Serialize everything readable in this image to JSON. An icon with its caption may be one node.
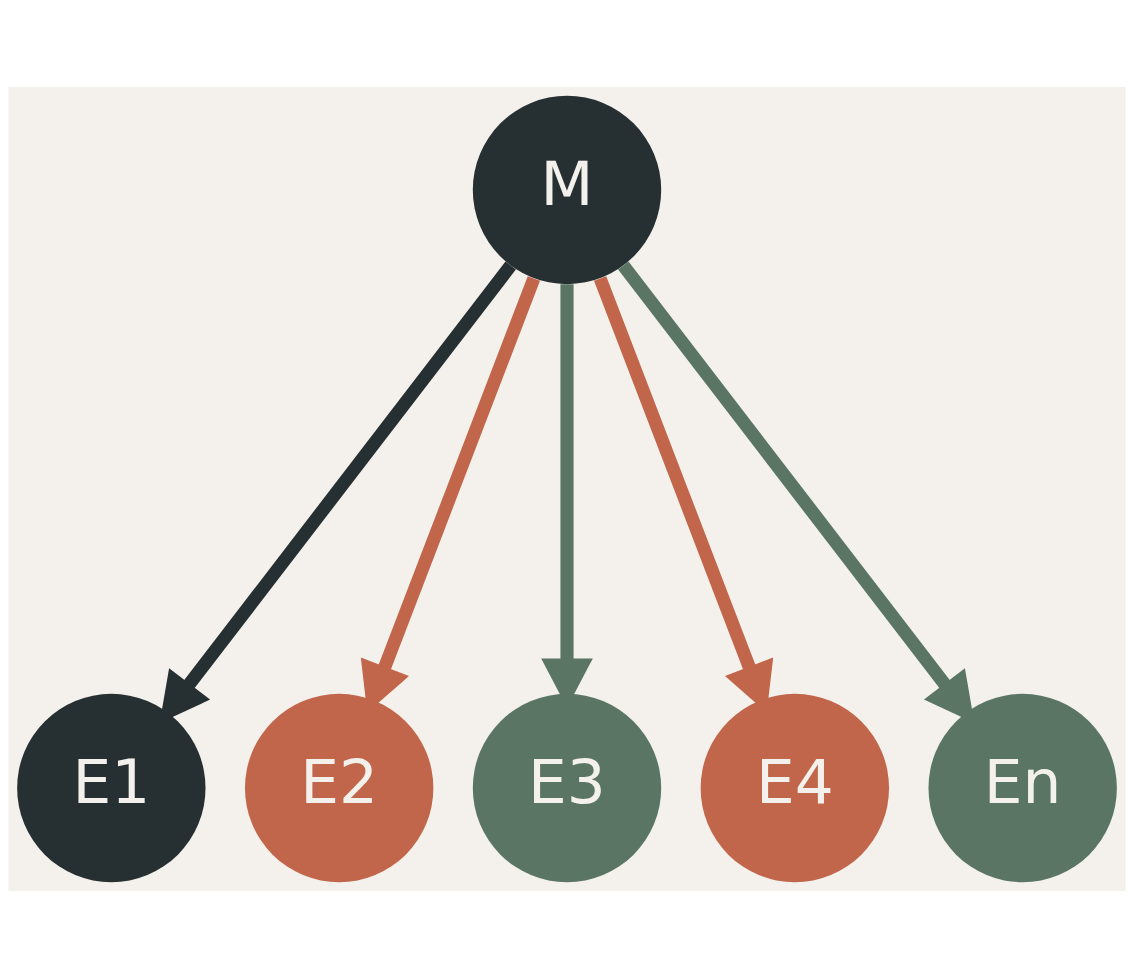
{
  "diagram": {
    "nodes": [
      {
        "text": [
          "M"
        ]
      },
      {
        "text": [
          "E1"
        ]
      },
      {
        "text": [
          "E2"
        ]
      },
      {
        "text": [
          "E3"
        ]
      },
      {
        "text": [
          "E4"
        ]
      },
      {
        "text": [
          "En"
        ]
      }
    ],
    "edges": [
      {
        "from": 0,
        "to": 1,
        "arrow": "to",
        "color": "#263033"
      },
      {
        "from": 0,
        "to": 2,
        "arrow": "to",
        "color": "#c1664b"
      },
      {
        "from": 0,
        "to": 3,
        "arrow": "to",
        "color": "#5a7564"
      },
      {
        "from": 0,
        "to": 4,
        "arrow": "to",
        "color": "#c1664b"
      },
      {
        "from": 0,
        "to": 5,
        "arrow": "to",
        "color": "#5a7564"
      }
    ]
  }
}
